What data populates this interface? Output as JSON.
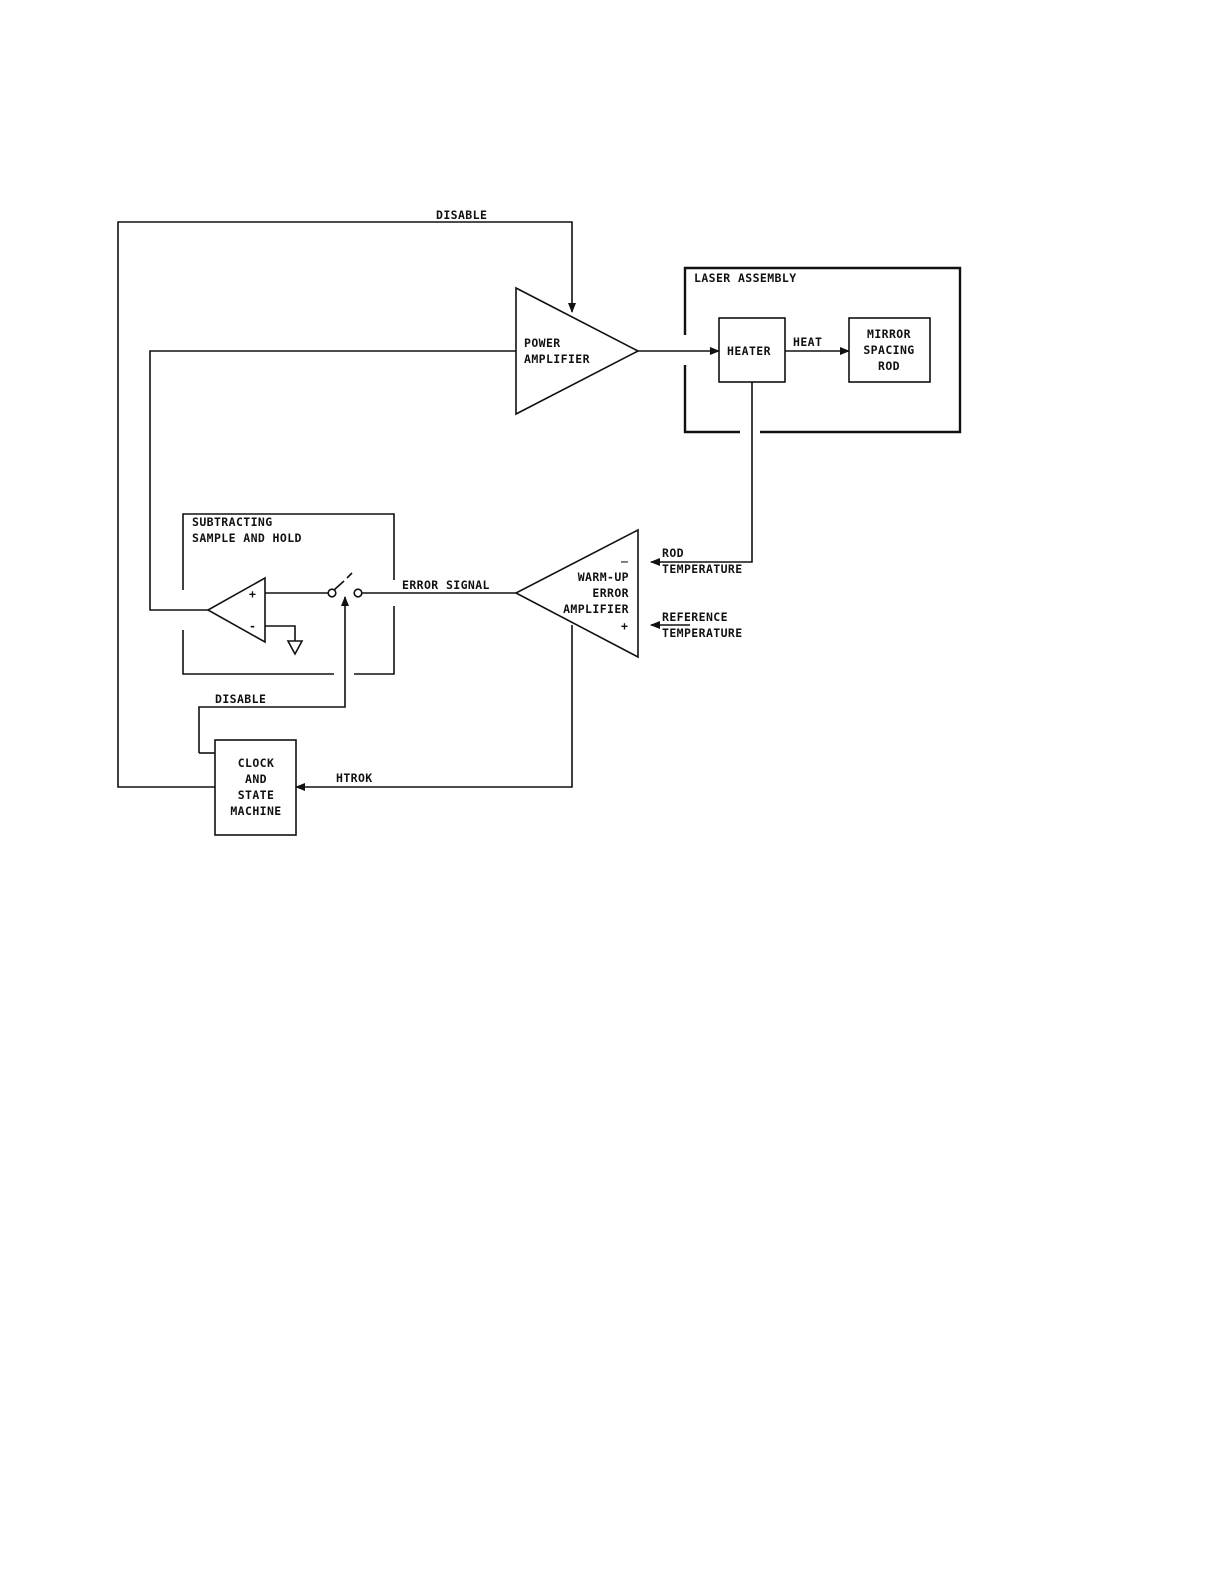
{
  "diagram": {
    "labels": {
      "disable_top": "DISABLE",
      "laser_assembly": "LASER ASSEMBLY",
      "power_amp_1": "POWER",
      "power_amp_2": "AMPLIFIER",
      "heater": "HEATER",
      "heat": "HEAT",
      "mirror_1": "MIRROR",
      "mirror_2": "SPACING",
      "mirror_3": "ROD",
      "sample_hold_1": "SUBTRACTING",
      "sample_hold_2": "SAMPLE AND HOLD",
      "opamp_plus": "+",
      "opamp_minus": "-",
      "error_signal": "ERROR SIGNAL",
      "warmup_1": "WARM-UP",
      "warmup_2": "ERROR",
      "warmup_3": "AMPLIFIER",
      "warmup_minus": "_",
      "warmup_plus": "+",
      "rod_temp_1": "ROD",
      "rod_temp_2": "TEMPERATURE",
      "ref_temp_1": "REFERENCE",
      "ref_temp_2": "TEMPERATURE",
      "disable_bottom": "DISABLE",
      "clock_1": "CLOCK",
      "clock_2": "AND",
      "clock_3": "STATE",
      "clock_4": "MACHINE",
      "htrok": "HTROK"
    }
  }
}
